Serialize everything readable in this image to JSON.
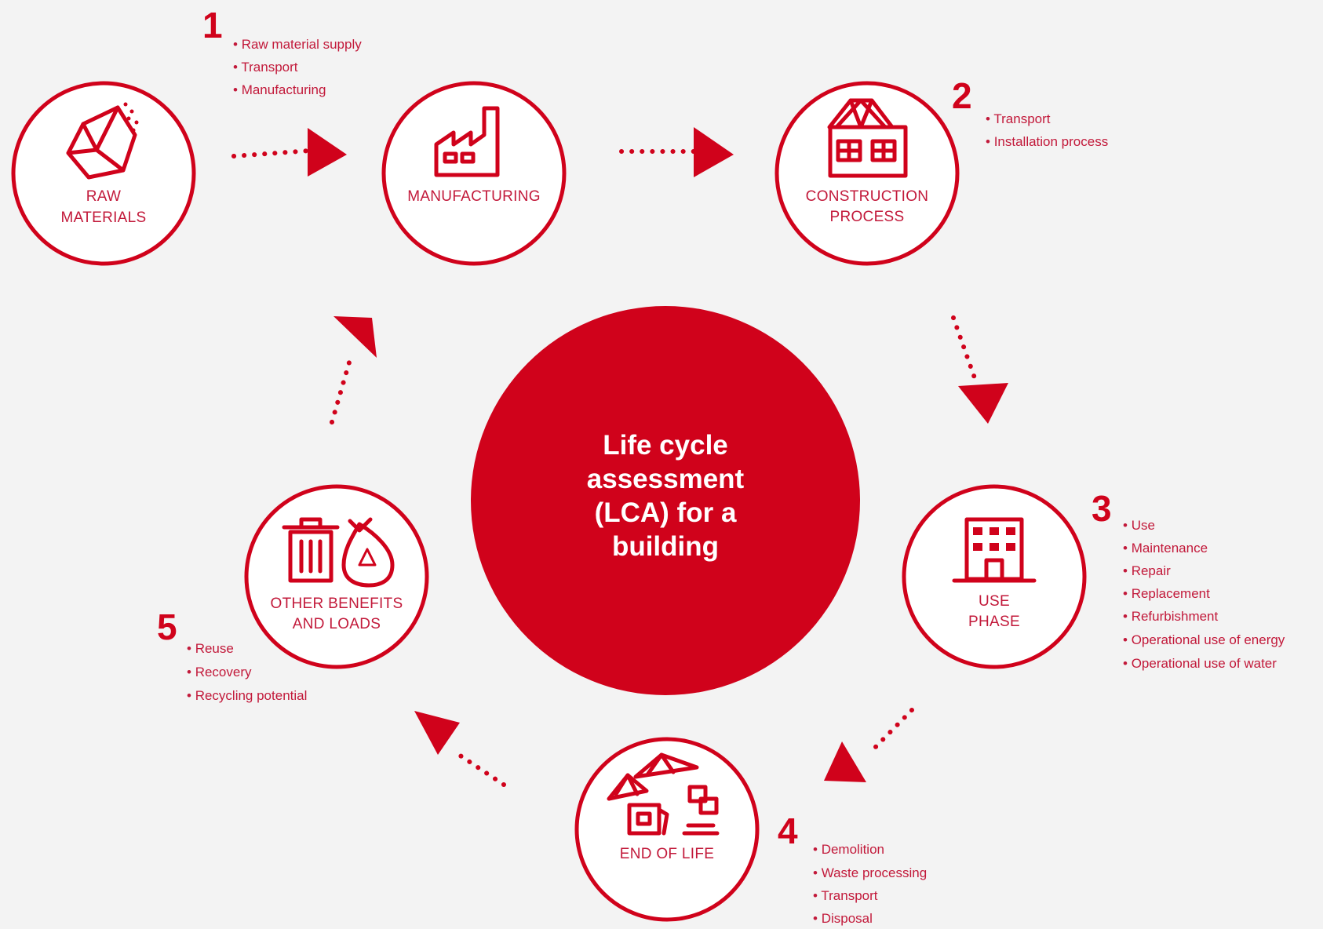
{
  "center": {
    "lines": [
      "Life cycle",
      "assessment",
      "(LCA) for a",
      "building"
    ]
  },
  "stages": {
    "raw_materials": {
      "label_lines": [
        "RAW",
        "MATERIALS"
      ],
      "icon": "rock-icon"
    },
    "manufacturing": {
      "label_lines": [
        "MANUFACTURING"
      ],
      "icon": "factory-icon"
    },
    "construction": {
      "label_lines": [
        "CONSTRUCTION",
        "PROCESS"
      ],
      "icon": "house-construction-icon"
    },
    "use_phase": {
      "label_lines": [
        "USE",
        "PHASE"
      ],
      "icon": "office-building-icon"
    },
    "end_of_life": {
      "label_lines": [
        "END OF LIFE"
      ],
      "icon": "demolition-icon"
    },
    "other_benefits": {
      "label_lines": [
        "OTHER BENEFITS",
        "AND LOADS"
      ],
      "icon": "recycling-bin-icon"
    }
  },
  "steps": [
    {
      "number": "1",
      "bullets": [
        "Raw material supply",
        "Transport",
        "Manufacturing"
      ]
    },
    {
      "number": "2",
      "bullets": [
        "Transport",
        "Installation process"
      ]
    },
    {
      "number": "3",
      "bullets": [
        "Use",
        "Maintenance",
        "Repair",
        "Replacement",
        "Refurbishment",
        "Operational use of energy",
        "Operational use of water"
      ]
    },
    {
      "number": "4",
      "bullets": [
        "Demolition",
        "Waste processing",
        "Transport",
        "Disposal"
      ]
    },
    {
      "number": "5",
      "bullets": [
        "Reuse",
        "Recovery",
        "Recycling potential"
      ]
    }
  ],
  "colors": {
    "accent": "#d0021b",
    "text": "#c2193a",
    "background": "#f3f3f3"
  }
}
